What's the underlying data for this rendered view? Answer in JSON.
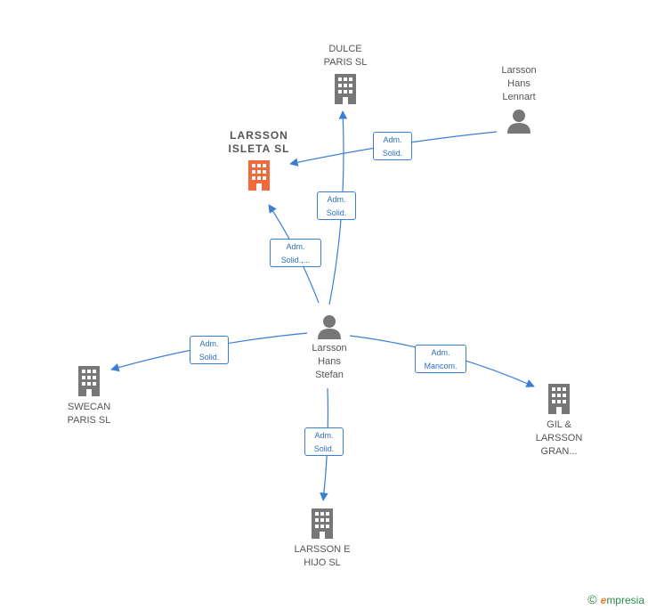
{
  "colors": {
    "edge": "#3a7fd5",
    "company": "#777777",
    "main_company": "#f26a3a",
    "person": "#777777"
  },
  "nodes": {
    "dulce": {
      "lines": [
        "DULCE",
        "PARIS  SL"
      ],
      "icon": "building-icon"
    },
    "larsson_isleta": {
      "lines": [
        "LARSSON",
        "ISLETA  SL"
      ],
      "icon": "building-icon"
    },
    "hans_lennart": {
      "lines": [
        "Larsson",
        "Hans",
        "Lennart"
      ],
      "icon": "person-icon"
    },
    "hans_stefan": {
      "lines": [
        "Larsson",
        "Hans",
        "Stefan"
      ],
      "icon": "person-icon"
    },
    "swecan": {
      "lines": [
        "SWECAN",
        "PARIS SL"
      ],
      "icon": "building-icon"
    },
    "gil_larsson": {
      "lines": [
        "GIL &",
        "LARSSON",
        "GRAN..."
      ],
      "icon": "building-icon"
    },
    "larsson_e_hijo": {
      "lines": [
        "LARSSON E",
        "HIJO  SL"
      ],
      "icon": "building-icon"
    }
  },
  "edges": {
    "lennart_isleta": [
      "Adm.",
      "Solid."
    ],
    "stefan_dulce": [
      "Adm.",
      "Solid."
    ],
    "stefan_isleta": [
      "Adm.",
      "Solid.,..."
    ],
    "stefan_swecan": [
      "Adm.",
      "Solid."
    ],
    "stefan_gil": [
      "Adm.",
      "Mancom."
    ],
    "stefan_hijo": [
      "Adm.",
      "Solid."
    ]
  },
  "brand": {
    "copyright": "©",
    "e": "e",
    "name": "mpresia"
  }
}
